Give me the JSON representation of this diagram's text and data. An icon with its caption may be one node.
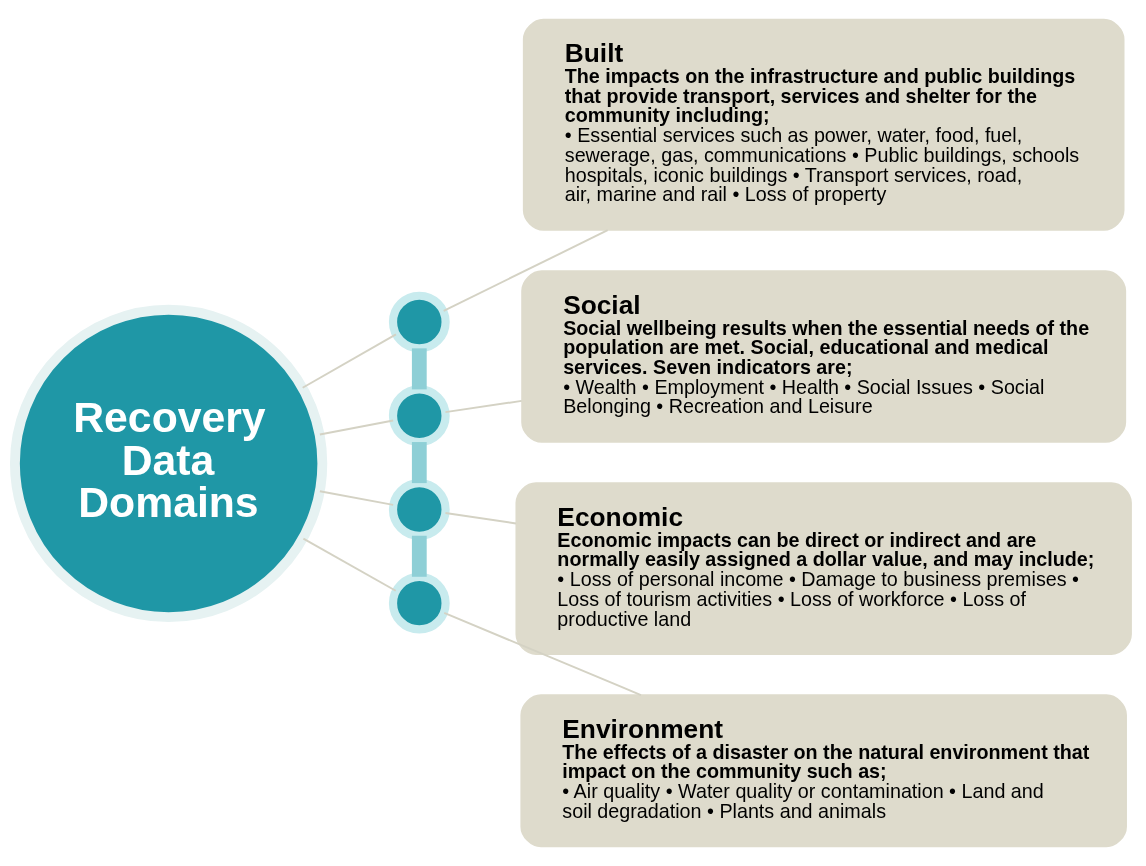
{
  "diagram": {
    "nodes": [
      {
        "text": [
          "Recovery Data Domains"
        ]
      },
      {
        "text": [],
        "shape": "circle"
      },
      {
        "text": [],
        "shape": "circle"
      },
      {
        "text": [],
        "shape": "circle"
      },
      {
        "text": [],
        "shape": "circle"
      },
      {
        "text": [
          "Built",
          "The impacts on the infrastructure and public buildings that provide transport, services and shelter for the community including;",
          "• Essential services such as power, water, food, fuel, sewerage, gas, communications • Public buildings, schools hospitals, iconic buildings • Transport services, road, air, marine and rail • Loss of property"
        ]
      },
      {
        "text": [
          "Social",
          "Social wellbeing results when the essential needs of the population are met. Social, educational and medical services. Seven indicators are;",
          "• Wealth • Employment • Health • Social Issues • Social Belonging • Recreation and Leisure"
        ]
      },
      {
        "text": [
          "Economic",
          "Economic impacts can be direct or indirect and are normally easily assigned a dollar value, and may include;",
          "• Loss of personal income • Damage to business premises • Loss of tourism activities • Loss of workforce • Loss of productive land"
        ]
      },
      {
        "text": [
          "Environment",
          "The effects of a disaster on the natural environment that impact on the community such as;",
          "• Air quality • Water quality or contamination • Land and soil degradation • Plants and animals"
        ]
      }
    ],
    "edges": [
      {
        "from": 0,
        "to": 1,
        "arrow": "none"
      },
      {
        "from": 0,
        "to": 2,
        "arrow": "none"
      },
      {
        "from": 0,
        "to": 3,
        "arrow": "none"
      },
      {
        "from": 0,
        "to": 4,
        "arrow": "none"
      },
      {
        "from": 1,
        "to": 2,
        "arrow": "none",
        "style": "thick",
        "color": "#8ecfd6"
      },
      {
        "from": 2,
        "to": 3,
        "arrow": "none",
        "style": "thick",
        "color": "#8ecfd6"
      },
      {
        "from": 3,
        "to": 4,
        "arrow": "none",
        "style": "thick",
        "color": "#8ecfd6"
      },
      {
        "from": 1,
        "to": 5,
        "arrow": "none"
      },
      {
        "from": 2,
        "to": 6,
        "arrow": "none"
      },
      {
        "from": 3,
        "to": 7,
        "arrow": "none"
      },
      {
        "from": 4,
        "to": 8,
        "arrow": "none"
      }
    ]
  }
}
